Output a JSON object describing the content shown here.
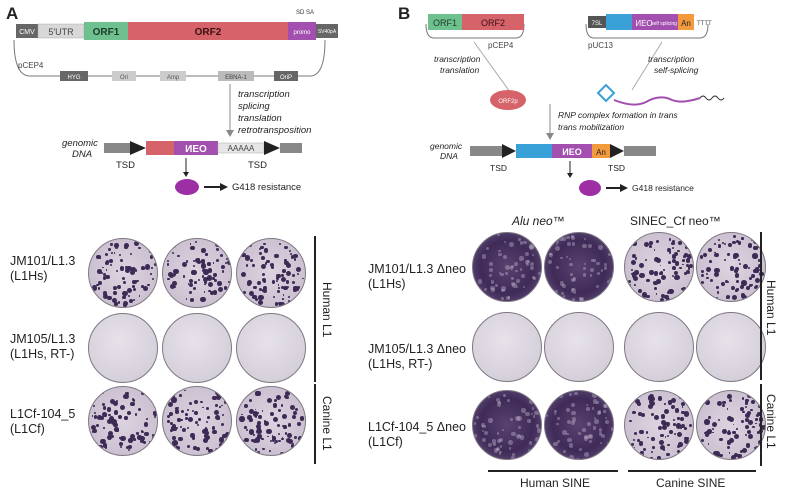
{
  "panelA": {
    "letter": "A",
    "construct": {
      "cmv": "CMV",
      "utr": "5'UTR",
      "orf1": "ORF1",
      "orf2": "ORF2",
      "sd": "SD",
      "sa": "SA",
      "promoter": "promo",
      "polyA": "SV40pA",
      "vector": "pCEP4",
      "backbone": [
        "HYG",
        "Ori",
        "Amp",
        "EBNA-1",
        "OriP"
      ]
    },
    "steps": [
      "transcription",
      "splicing",
      "translation",
      "retrotransposition"
    ],
    "genomic": "genomic DNA",
    "genomic1": "genomic",
    "genomic2": "DNA",
    "tsd": "TSD",
    "polyAtail": "AAAAA",
    "neo": "ИEO",
    "resistance": "G418 resistance",
    "rows": [
      {
        "line1": "JM101/L1.3",
        "line2": "(L1Hs)"
      },
      {
        "line1": "JM105/L1.3",
        "line2": "(L1Hs, RT-)"
      },
      {
        "line1": "L1Cf-104_5",
        "line2": "(L1Cf)"
      }
    ],
    "sideHuman": "Human L1",
    "sideCanine": "Canine L1"
  },
  "panelB": {
    "letter": "B",
    "plasmid1": {
      "orf1": "ORF1",
      "orf2": "ORF2",
      "name": "pCEP4"
    },
    "plasmid2": {
      "promoter": "7SL",
      "neo": "ИEO",
      "spliced": "self splicing",
      "tail": "An",
      "term": "TTTT",
      "name": "pUC13"
    },
    "step1": [
      "transcription",
      "translation"
    ],
    "step2": [
      "transcription",
      "self-splicing"
    ],
    "orf2p": "ORF2p",
    "rnp": [
      "RNP complex formation in trans",
      "trans mobilization"
    ],
    "genomic1": "genomic",
    "genomic2": "DNA",
    "tsd": "TSD",
    "neo": "ИEO",
    "tail": "An",
    "resistance": "G418 resistance",
    "col1": "Alu neo™",
    "col2": "SINEC_Cf neo™",
    "rows": [
      {
        "line1": "JM101/L1.3 Δneo",
        "line2": "(L1Hs)"
      },
      {
        "line1": "JM105/L1.3 Δneo",
        "line2": "(L1Hs, RT-)"
      },
      {
        "line1": "L1Cf-104_5 Δneo",
        "line2": "(L1Cf)"
      }
    ],
    "sideHuman": "Human L1",
    "sideCanine": "Canine L1",
    "bottomHuman": "Human SINE",
    "bottomCanine": "Canine SINE"
  }
}
